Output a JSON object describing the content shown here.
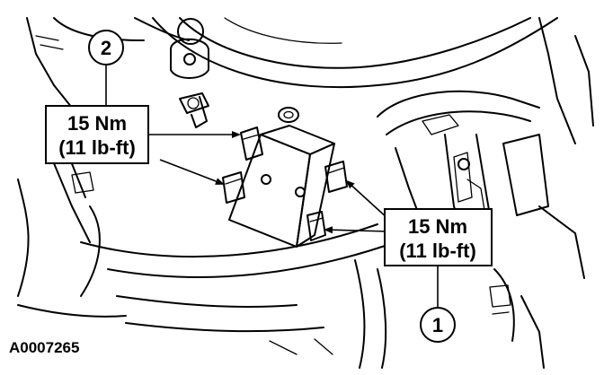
{
  "figure_id": "A0007265",
  "callouts": [
    {
      "number": "2",
      "torque_line1": "15 Nm",
      "torque_line2": "(11 lb-ft)"
    },
    {
      "number": "1",
      "torque_line1": "15 Nm",
      "torque_line2": "(11 lb-ft)"
    }
  ],
  "colors": {
    "ink": "#000000",
    "paper": "#ffffff"
  }
}
